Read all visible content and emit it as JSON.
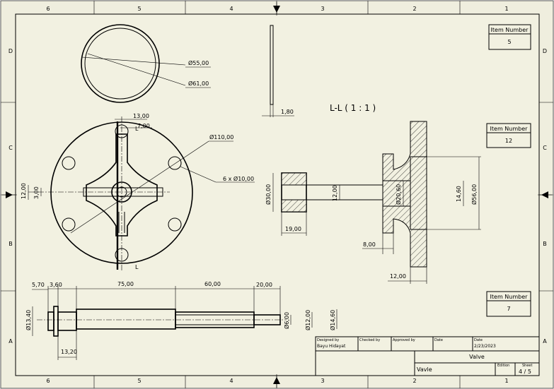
{
  "zones": {
    "columns": [
      "6",
      "5",
      "4",
      "3",
      "2",
      "1"
    ],
    "rows": [
      "D",
      "C",
      "B",
      "A"
    ]
  },
  "balloons": [
    {
      "label": "Item Number",
      "value": "5"
    },
    {
      "label": "Item Number",
      "value": "12"
    },
    {
      "label": "Item Number",
      "value": "7"
    }
  ],
  "section": {
    "title": "L-L ( 1 : 1 )",
    "marker": "L"
  },
  "dims": {
    "ring_inner": "Ø55,00",
    "ring_outer": "Ø61,00",
    "gasket_thk": "1,80",
    "slot_w": "13,00",
    "slot_r": "7,00",
    "flange_dia": "Ø110,00",
    "holes": "6 x Ø10,00",
    "flange_left_a": "12,00",
    "flange_left_b": "3,00",
    "bush_dia": "Ø30,00",
    "bush_len": "19,00",
    "stem_dia": "12,00",
    "hub_dia": "Ø20,60",
    "bore": "14,60",
    "flange_od": "Ø56,00",
    "hub_off": "8,00",
    "flange_thk": "12,00",
    "s_5_70": "5,70",
    "s_3_60": "3,60",
    "s_75": "75,00",
    "s_60": "60,00",
    "s_20": "20,00",
    "s_dia_13_40": "Ø13,40",
    "s_13_20": "13,20",
    "s_dia_6": "Ø6,00",
    "s_dia_12": "Ø12,00",
    "s_dia_14_60": "Ø14,60"
  },
  "title_block": {
    "designed_by_label": "Designed by",
    "designed_by": "Bayu Hidayat",
    "checked_by_label": "Checked by",
    "approved_by_label": "Approved by",
    "date_label": "Date",
    "date2_label": "Date",
    "date": "2/23/2023",
    "title": "Valve",
    "part": "Vavle",
    "edition_label": "Edition",
    "sheet_label": "Sheet",
    "sheet": "4 / 5"
  }
}
